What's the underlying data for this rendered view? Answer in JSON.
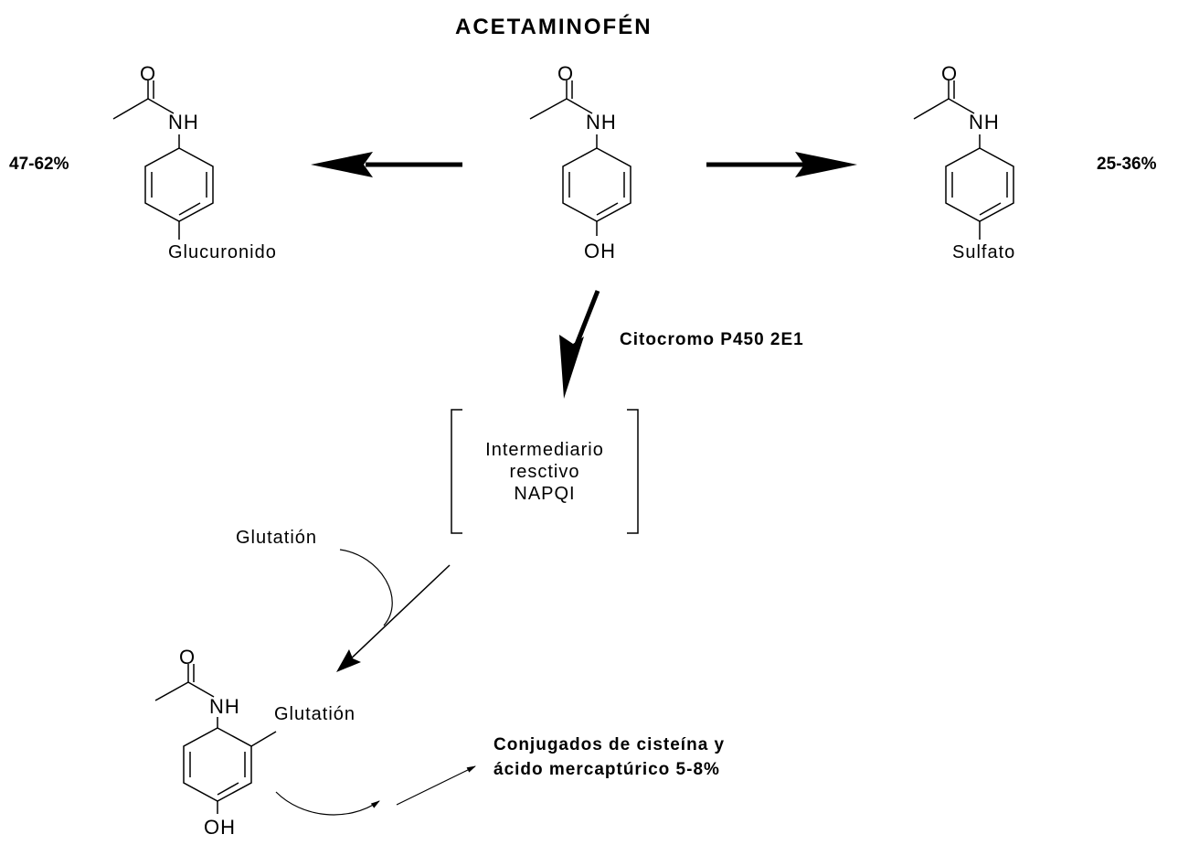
{
  "title": "ACETAMINOFÉN",
  "atoms": {
    "oxygen": "O",
    "nh": "NH",
    "oh": "OH"
  },
  "glucuronide": {
    "substituent": "Glucuronido",
    "percent": "47-62%"
  },
  "sulfate": {
    "substituent": "Sulfato",
    "percent": "25-36%"
  },
  "enzyme": "Citocromo P450 2E1",
  "intermediate": {
    "line1": "Intermediario",
    "line2": "resctivo",
    "line3": "NAPQI"
  },
  "glutathione_reagent": "Glutatión",
  "adduct_substituent": "Glutatión",
  "conjugates": {
    "line1": "Conjugados de cisteína y",
    "line2": "ácido mercaptúrico  5-8%"
  }
}
